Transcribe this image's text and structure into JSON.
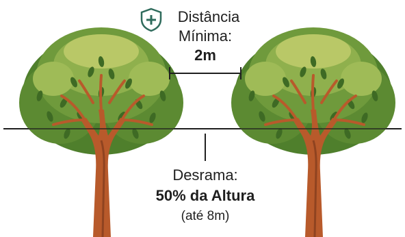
{
  "colors": {
    "trunk": "#b85a2b",
    "trunk_dark": "#8f4320",
    "foliage_dark": "#4f7f2c",
    "foliage_mid": "#6f9a3c",
    "foliage_light": "#b9c867",
    "leaf": "#3e6a24",
    "line": "#1f1f1f",
    "shield": "#2f6b5c"
  },
  "icons": {
    "shield": "shield-plus-icon"
  },
  "distance": {
    "line1": "Distância",
    "line2": "Mínima:",
    "value": "2m"
  },
  "pruning": {
    "title": "Desrama:",
    "value": "50% da Altura",
    "note": "(até 8m)"
  }
}
